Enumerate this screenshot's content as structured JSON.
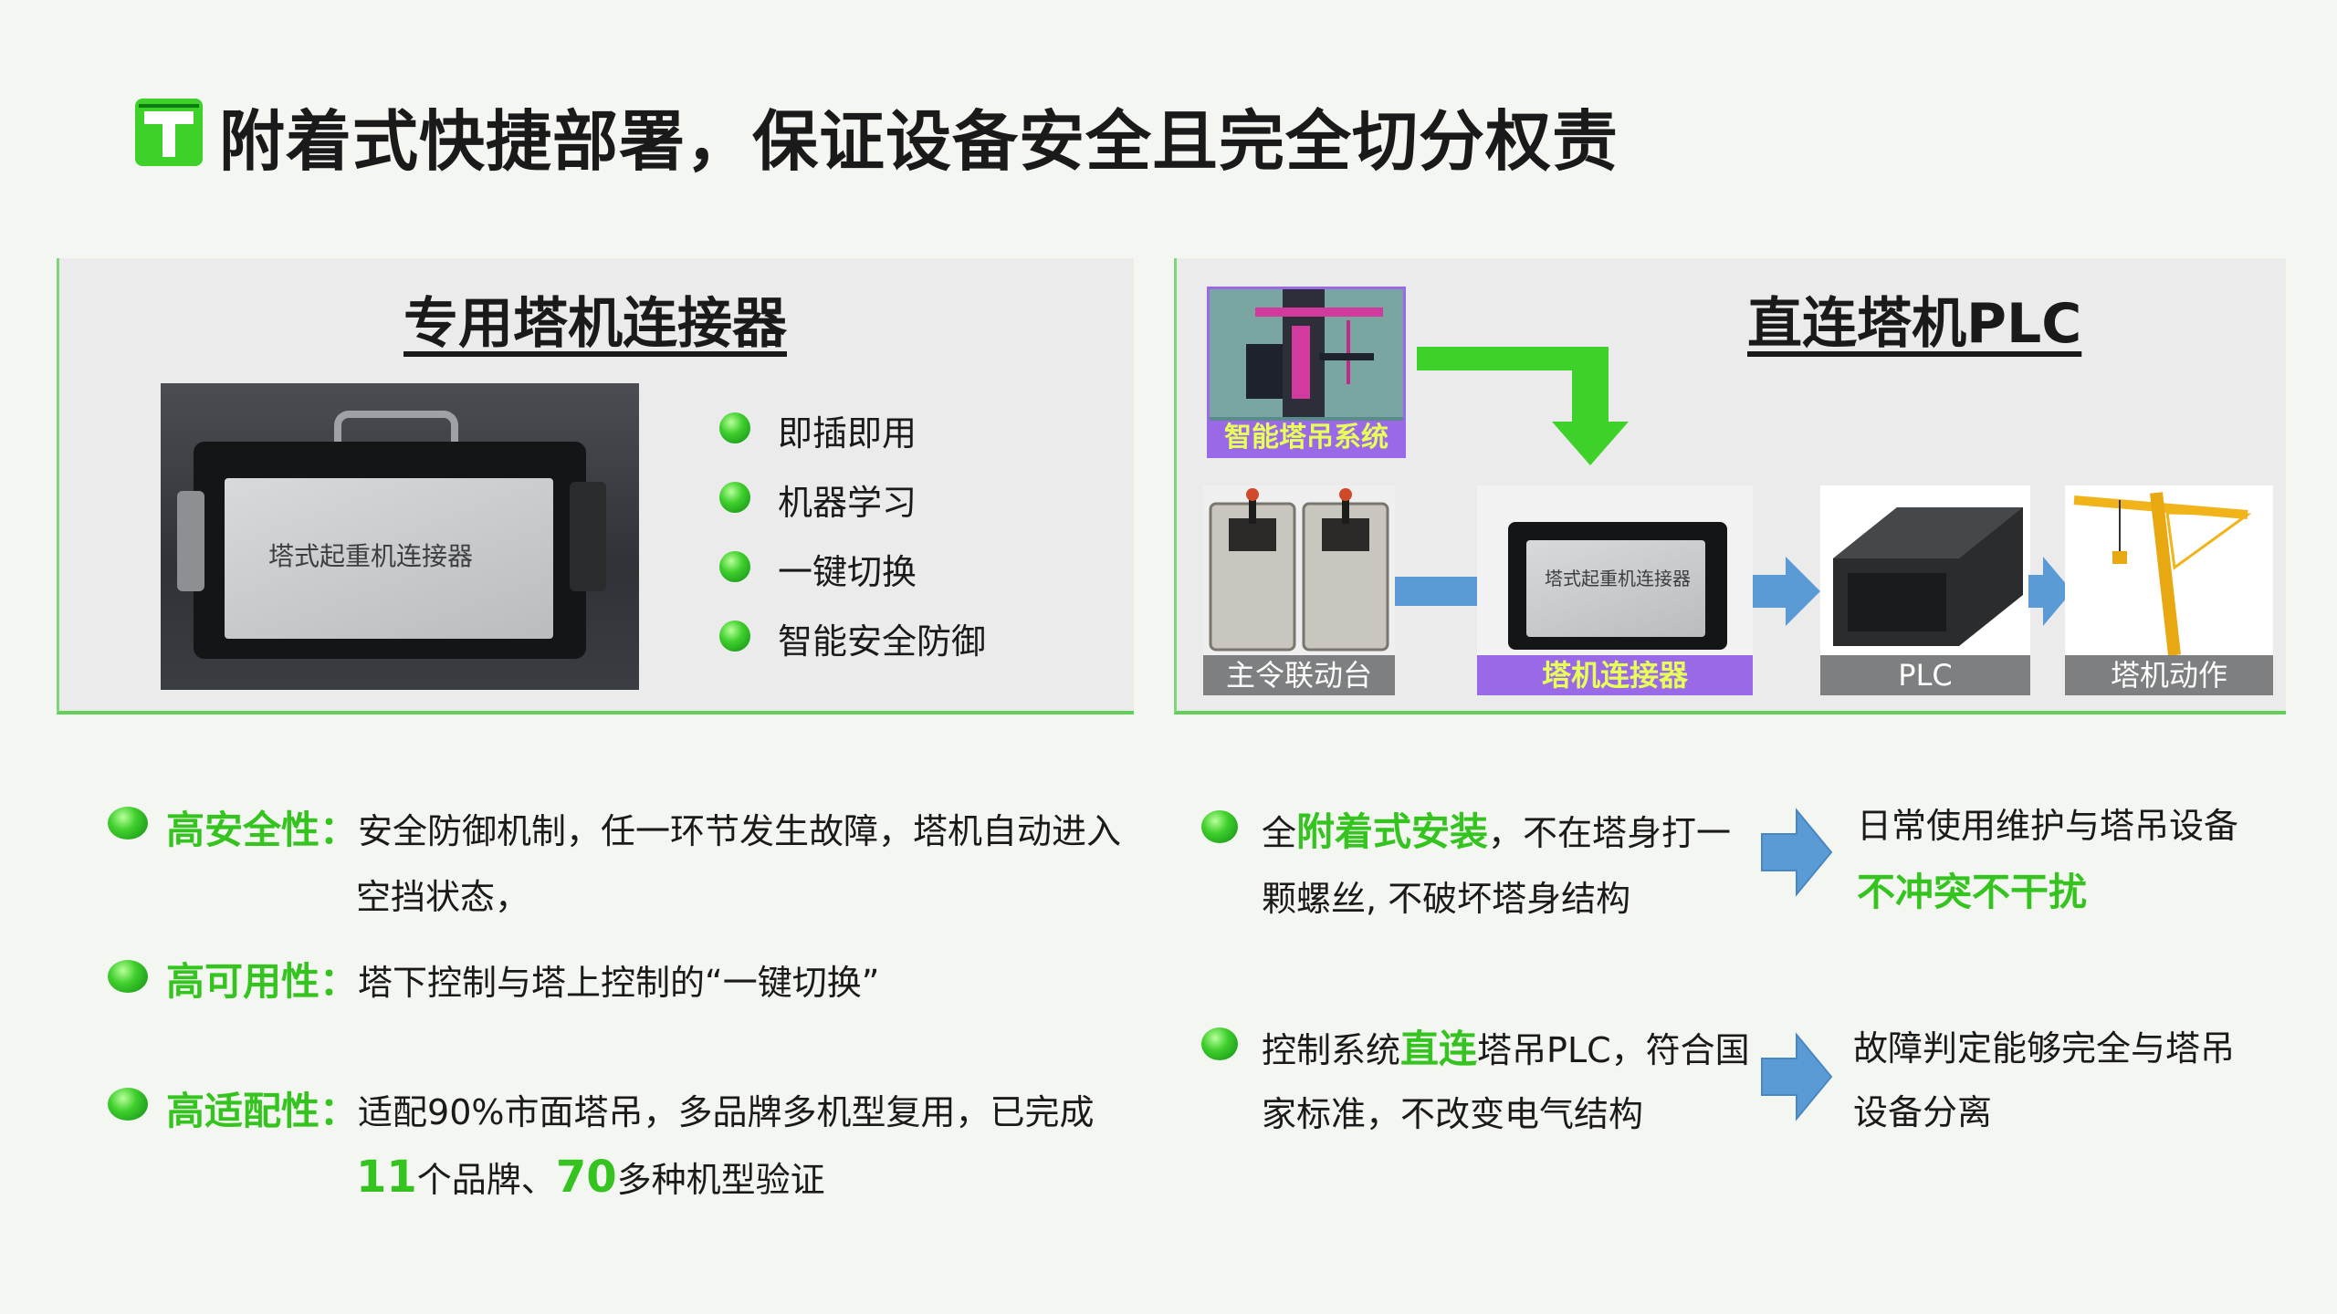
{
  "header": {
    "title": "附着式快捷部署，保证设备安全且完全切分权责"
  },
  "left_panel": {
    "title": "专用塔机连接器",
    "device_label": "塔式起重机连接器",
    "features": [
      "即插即用",
      "机器学习",
      "一键切换",
      "智能安全防御"
    ]
  },
  "right_panel": {
    "title": "直连塔机PLC",
    "smart_system_label": "智能塔吊系统",
    "flow": [
      {
        "label": "主令联动台"
      },
      {
        "label": "塔机连接器"
      },
      {
        "label": "PLC"
      },
      {
        "label": "塔机动作"
      }
    ],
    "device_label": "塔式起重机连接器"
  },
  "benefits_left": [
    {
      "keyword": "高安全性：",
      "line1": "安全防御机制，任一环节发生故障，塔机自动进入",
      "line2": "空挡状态，"
    },
    {
      "keyword": "高可用性：",
      "line1": "塔下控制与塔上控制的“一键切换”"
    },
    {
      "keyword": "高适配性：",
      "line1": "适配90%市面塔吊，多品牌多机型复用，已完成",
      "num1": "11",
      "text1": "个品牌、",
      "num2": "70",
      "text2": "多种机型验证"
    }
  ],
  "benefits_right": [
    {
      "pre": "全",
      "keyword": "附着式安装",
      "post": "，不在塔身打一",
      "line2": "颗螺丝, 不破坏塔身结构",
      "result_line1": "日常使用维护与塔吊设备",
      "result_line2": "不冲突不干扰"
    },
    {
      "pre": "控制系统",
      "keyword": "直连",
      "post": "塔吊PLC，符合国",
      "line2": "家标准，不改变电气结构",
      "result_line1": "故障判定能够完全与塔吊",
      "result_line2": "设备分离"
    }
  ],
  "colors": {
    "accent_green": "#35c41f",
    "arrow_blue": "#5b9bd5",
    "purple": "#9a69e8",
    "caption_grey": "#7d7f80"
  }
}
